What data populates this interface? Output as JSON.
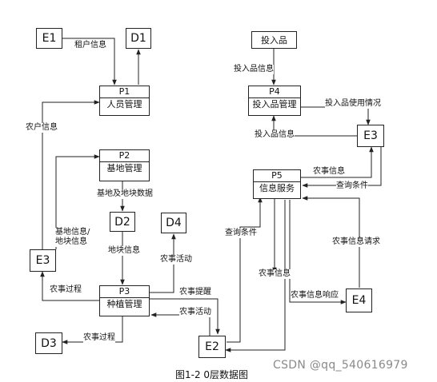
{
  "entities": {
    "E1": "E1",
    "D1": "D1",
    "E3_right": "E3",
    "D2": "D2",
    "D4": "D4",
    "E3_left": "E3",
    "E4": "E4",
    "D3": "D3",
    "E2": "E2",
    "input_box": "投入品"
  },
  "processes": {
    "P1": {
      "id": "P1",
      "name": "人员管理"
    },
    "P2": {
      "id": "P2",
      "name": "基地管理"
    },
    "P3": {
      "id": "P3",
      "name": "种植管理"
    },
    "P4": {
      "id": "P4",
      "name": "投入品管理"
    },
    "P5": {
      "id": "P5",
      "name": "信息服务"
    }
  },
  "flows": {
    "f1": "租户信息",
    "f2": "农户信息",
    "f3": "基地及地块数据",
    "f4": "地块信息",
    "f5a": "基地信息/",
    "f5b": "地块信息",
    "f6": "农事活动",
    "f7": "农事过程",
    "f8": "农事提醒",
    "f9": "农事活动",
    "f10": "农事过程",
    "f11": "投入品信息",
    "f12": "投入品使用情况",
    "f13": "投入品信息",
    "f14": "农事信息",
    "f15": "查询条件",
    "f16": "查询条件",
    "f17": "农事信息",
    "f18": "农事信息请求",
    "f19": "农事信息响应"
  },
  "caption": "图1-2 0层数据图",
  "watermark": "CSDN @qq_540616979"
}
